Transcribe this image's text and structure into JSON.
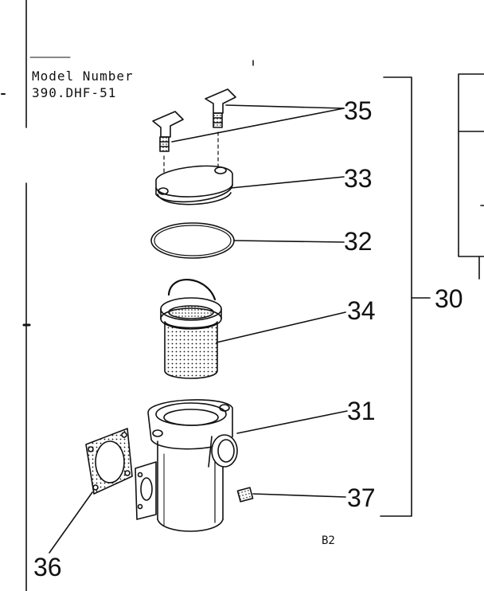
{
  "model": {
    "label": "Model Number",
    "number": "390.DHF-51"
  },
  "callouts": {
    "c35": "35",
    "c33": "33",
    "c32": "32",
    "c34": "34",
    "c31": "31",
    "c37": "37",
    "c36": "36",
    "c30": "30"
  },
  "sheet_id": "B2",
  "colors": {
    "ink": "#111111",
    "paper": "#ffffff"
  }
}
